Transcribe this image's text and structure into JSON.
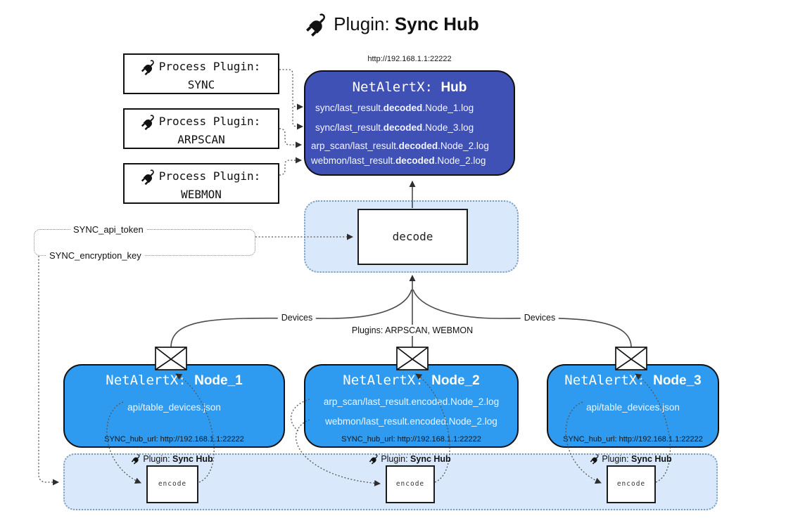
{
  "colors": {
    "hub": "#3f51b5",
    "node": "#2e9bf0",
    "panel": "#d9e8fa",
    "panel-border": "#7e9cc0"
  },
  "title": {
    "prefix": "Plugin: ",
    "bold": "Sync Hub"
  },
  "hub": {
    "url_label": "http://192.168.1.1:22222",
    "name_prefix": "NetAlertX: ",
    "name_bold": "Hub",
    "lines": [
      {
        "prefix": "sync/last_result.",
        "bold": "decoded",
        "suffix": ".Node_1.log"
      },
      {
        "prefix": "sync/last_result.",
        "bold": "decoded",
        "suffix": ".Node_3.log"
      },
      {
        "prefix": "arp_scan/last_result.",
        "bold": "decoded",
        "suffix": ".Node_2.log"
      },
      {
        "prefix": "webmon/last_result.",
        "bold": "decoded",
        "suffix": ".Node_2.log"
      }
    ]
  },
  "process_plugins": [
    {
      "label": "Process Plugin:",
      "name": "SYNC"
    },
    {
      "label": "Process Plugin:",
      "name": "ARPSCAN"
    },
    {
      "label": "Process Plugin:",
      "name": "WEBMON"
    }
  ],
  "decode": {
    "label": "decode"
  },
  "tokens": {
    "api_token": "SYNC_api_token",
    "encryption_key": "SYNC_encryption_key"
  },
  "edges": {
    "devices_left": "Devices",
    "devices_right": "Devices",
    "plugins_middle": "Plugins: ARPSCAN, WEBMON"
  },
  "nodes": [
    {
      "name_prefix": "NetAlertX: ",
      "name_bold": "Node_1",
      "lines": [
        "api/table_devices.json"
      ],
      "hub_url": "SYNC_hub_url: http://192.168.1.1:22222"
    },
    {
      "name_prefix": "NetAlertX: ",
      "name_bold": "Node_2",
      "lines": [
        "arp_scan/last_result.encoded.Node_2.log",
        "webmon/last_result.encoded.Node_2.log"
      ],
      "hub_url": "SYNC_hub_url: http://192.168.1.1:22222"
    },
    {
      "name_prefix": "NetAlertX: ",
      "name_bold": "Node_3",
      "lines": [
        "api/table_devices.json"
      ],
      "hub_url": "SYNC_hub_url: http://192.168.1.1:22222"
    }
  ],
  "encoders": [
    {
      "label_prefix": "Plugin: ",
      "label_bold": "Sync Hub",
      "box_label": "encode"
    },
    {
      "label_prefix": "Plugin: ",
      "label_bold": "Sync Hub",
      "box_label": "encode"
    },
    {
      "label_prefix": "Plugin: ",
      "label_bold": "Sync Hub",
      "box_label": "encode"
    }
  ]
}
